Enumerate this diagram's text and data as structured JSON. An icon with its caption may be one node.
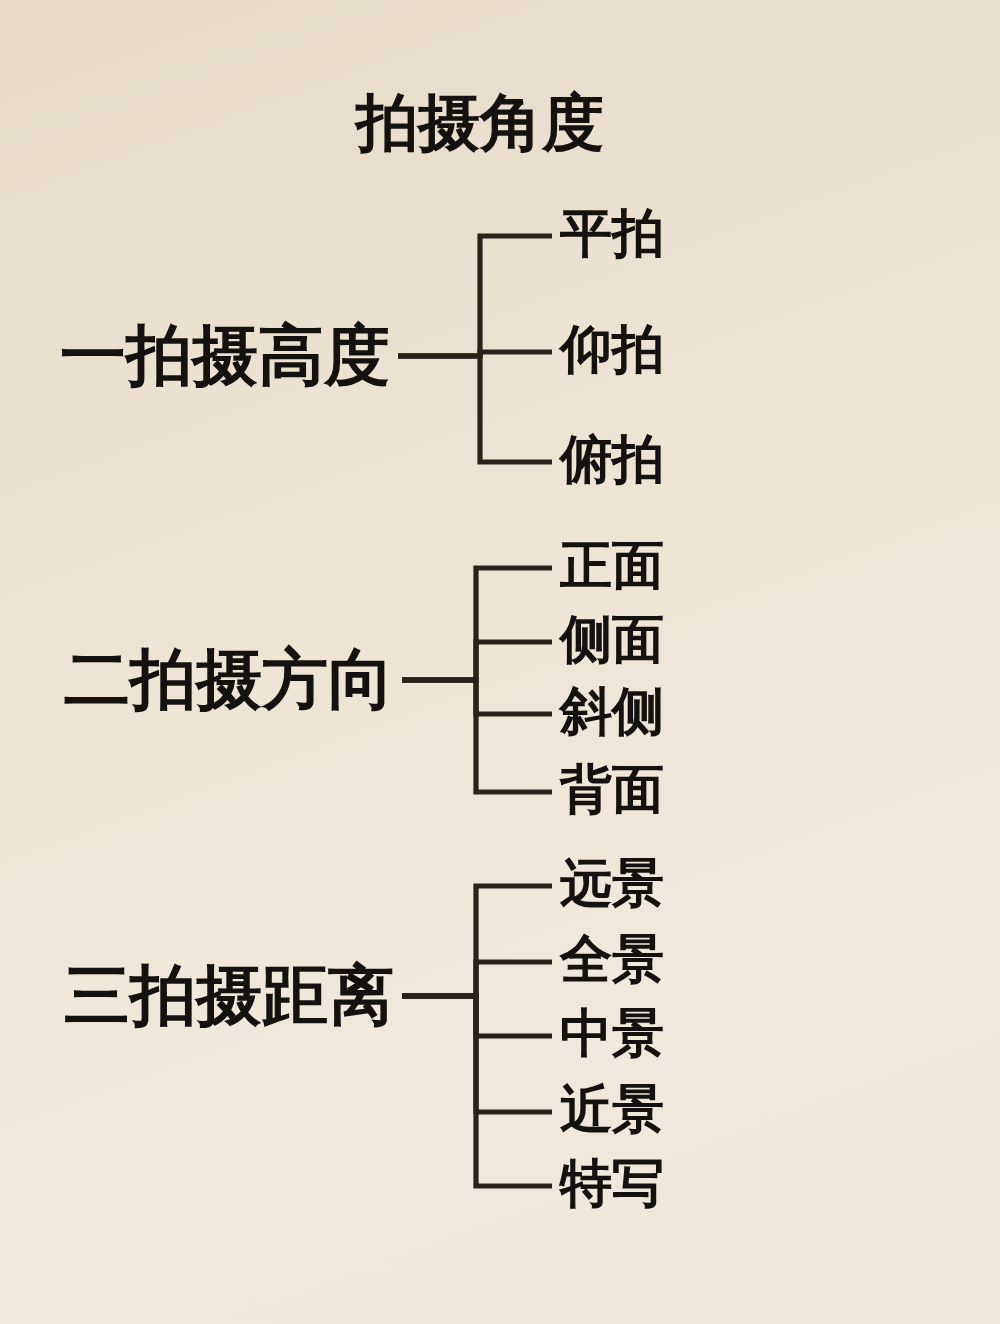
{
  "diagram": {
    "title": "拍摄角度",
    "nodes": [
      {
        "text": [
          "一拍摄高度"
        ]
      },
      {
        "text": [
          "平拍"
        ]
      },
      {
        "text": [
          "仰拍"
        ]
      },
      {
        "text": [
          "俯拍"
        ]
      },
      {
        "text": [
          "二拍摄方向"
        ]
      },
      {
        "text": [
          "正面"
        ]
      },
      {
        "text": [
          "侧面"
        ]
      },
      {
        "text": [
          "斜侧"
        ]
      },
      {
        "text": [
          "背面"
        ]
      },
      {
        "text": [
          "三拍摄距离"
        ]
      },
      {
        "text": [
          "远景"
        ]
      },
      {
        "text": [
          "全景"
        ]
      },
      {
        "text": [
          "中景"
        ]
      },
      {
        "text": [
          "近景"
        ]
      },
      {
        "text": [
          "特写"
        ]
      }
    ],
    "edges": [
      {
        "from": 0,
        "to": 1,
        "arrow": "none"
      },
      {
        "from": 0,
        "to": 2,
        "arrow": "none"
      },
      {
        "from": 0,
        "to": 3,
        "arrow": "none"
      },
      {
        "from": 4,
        "to": 5,
        "arrow": "none"
      },
      {
        "from": 4,
        "to": 6,
        "arrow": "none"
      },
      {
        "from": 4,
        "to": 7,
        "arrow": "none"
      },
      {
        "from": 4,
        "to": 8,
        "arrow": "none"
      },
      {
        "from": 9,
        "to": 10,
        "arrow": "none"
      },
      {
        "from": 9,
        "to": 11,
        "arrow": "none"
      },
      {
        "from": 9,
        "to": 12,
        "arrow": "none"
      },
      {
        "from": 9,
        "to": 13,
        "arrow": "none"
      },
      {
        "from": 9,
        "to": 14,
        "arrow": "none"
      }
    ]
  }
}
